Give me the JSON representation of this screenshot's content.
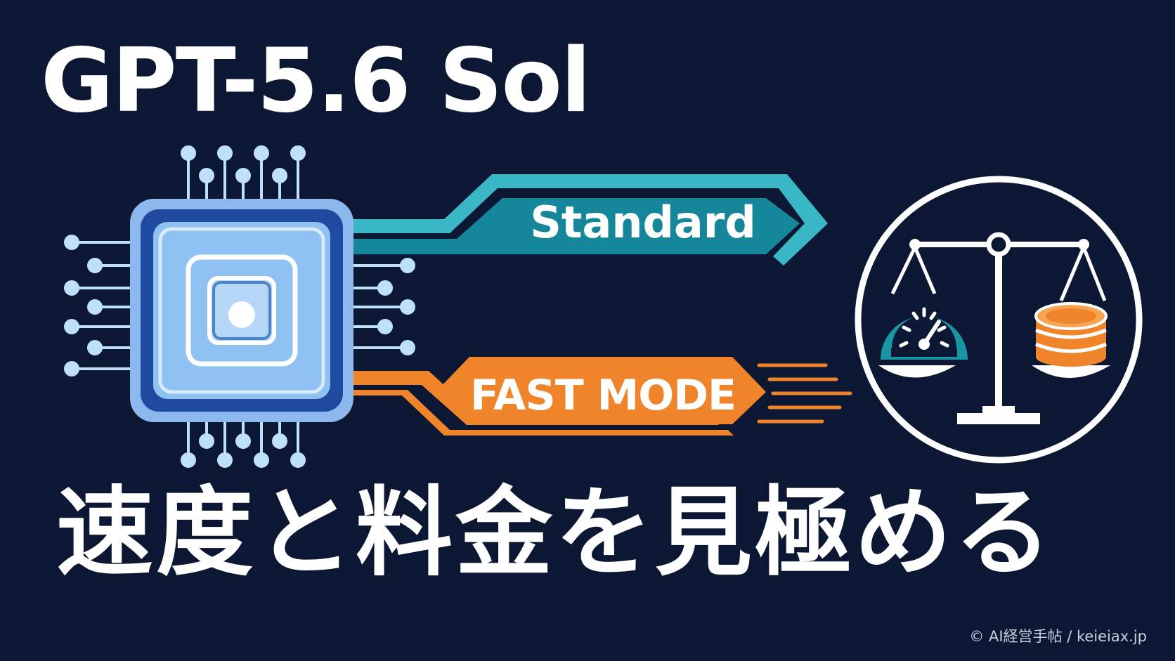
{
  "title": "GPT-5.6 Sol",
  "subtitle": "速度と料金を見極める",
  "credit": "© AI経営手帖 / keieiax.jp",
  "standard_label": "Standard",
  "fast_label": "FAST MODE",
  "colors": {
    "background": "#0c1733",
    "teal": "#1a95a3",
    "teal_light": "#39b7c4",
    "orange": "#f0842a",
    "chip_outer": "#8cb8ee",
    "chip_dark": "#1f4aa0",
    "chip_inner": "#8fc1f2",
    "pin": "#bfe0fb",
    "white": "#ffffff"
  },
  "icons": [
    "chip-icon",
    "scale-icon",
    "speedometer-icon",
    "coin-stack-icon",
    "speed-lines-icon"
  ]
}
